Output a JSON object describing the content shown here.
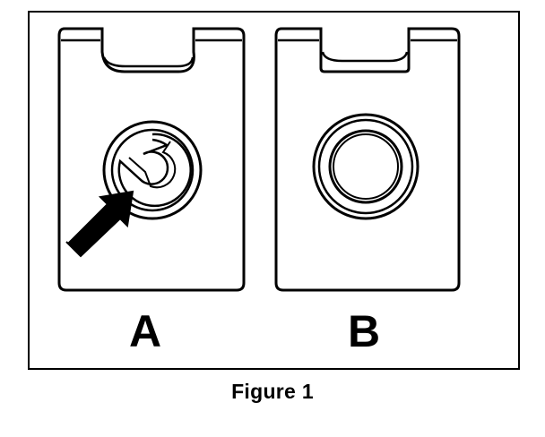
{
  "figure": {
    "caption": "Figure 1",
    "panels": [
      {
        "label": "A",
        "variant": "damaged-thread-with-arrow"
      },
      {
        "label": "B",
        "variant": "intact-thread"
      }
    ]
  },
  "colors": {
    "ink": "#000000",
    "paper": "#ffffff"
  }
}
